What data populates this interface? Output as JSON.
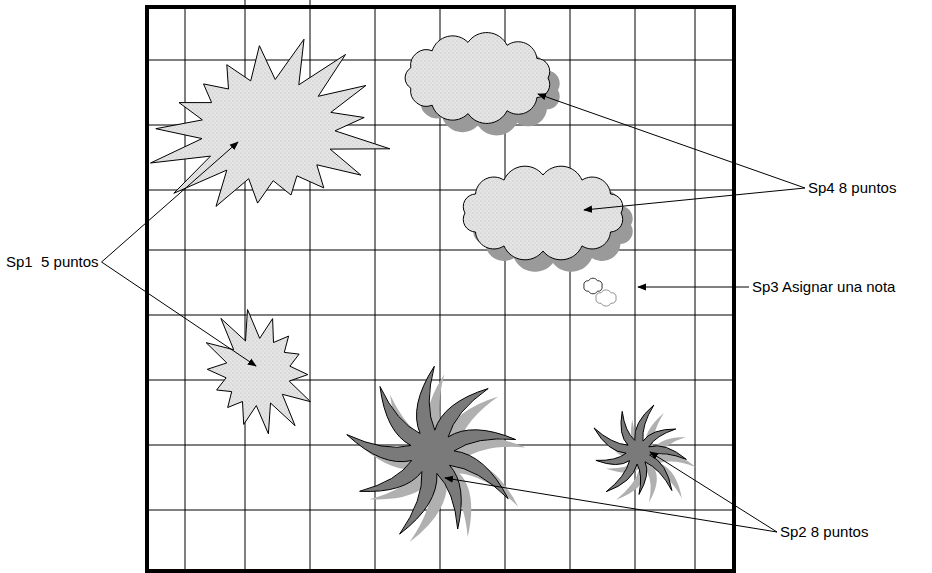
{
  "diagram": {
    "labels": [
      "Sp1  5 puntos",
      "Sp4 8 puntos",
      "Sp3 Asignar una nota",
      "Sp2 8 puntos"
    ]
  }
}
